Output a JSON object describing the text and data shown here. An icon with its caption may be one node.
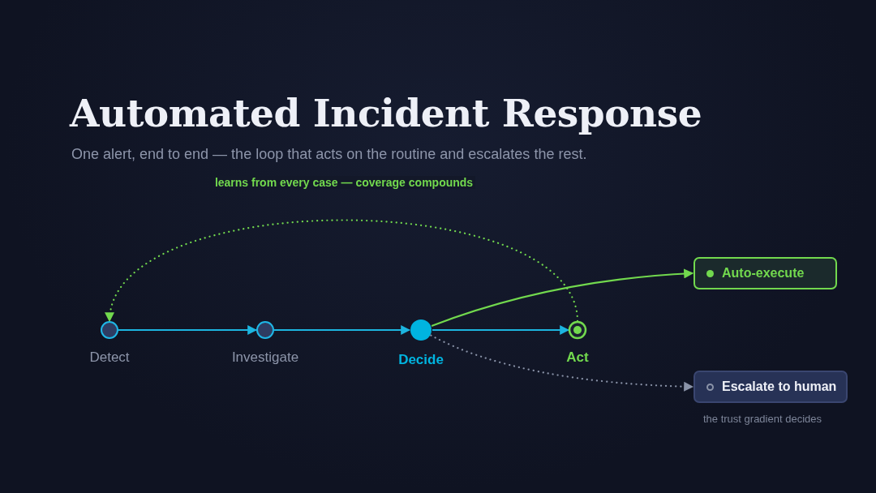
{
  "diagram": {
    "title": "Automated Incident Response",
    "nodes": [
      {
        "text": [
          "Detect"
        ]
      },
      {
        "text": [
          "Investigate"
        ]
      },
      {
        "text": [
          "Decide"
        ]
      },
      {
        "text": [
          "Act"
        ]
      },
      {
        "text": [
          "Auto-execute"
        ]
      },
      {
        "text": [
          "Escalate to human"
        ],
        "beside": [
          "the trust gradient decides"
        ]
      }
    ],
    "edges": [
      {
        "from": 0,
        "to": 1,
        "arrow": "to"
      },
      {
        "from": 1,
        "to": 2,
        "arrow": "to"
      },
      {
        "from": 2,
        "to": 3,
        "arrow": "to"
      },
      {
        "from": 2,
        "to": 4,
        "arrow": "to",
        "color": "#72d94e"
      },
      {
        "from": 2,
        "to": 5,
        "arrow": "to",
        "style": "dashed",
        "color": "#8a93a8"
      },
      {
        "from": 3,
        "to": 0,
        "arrow": "to",
        "style": "dashed",
        "color": "#72d94e",
        "label": "learns from every case — coverage compounds"
      }
    ],
    "labels": [
      "One alert, end to end — the loop that acts on the routine and escalates the rest."
    ]
  }
}
